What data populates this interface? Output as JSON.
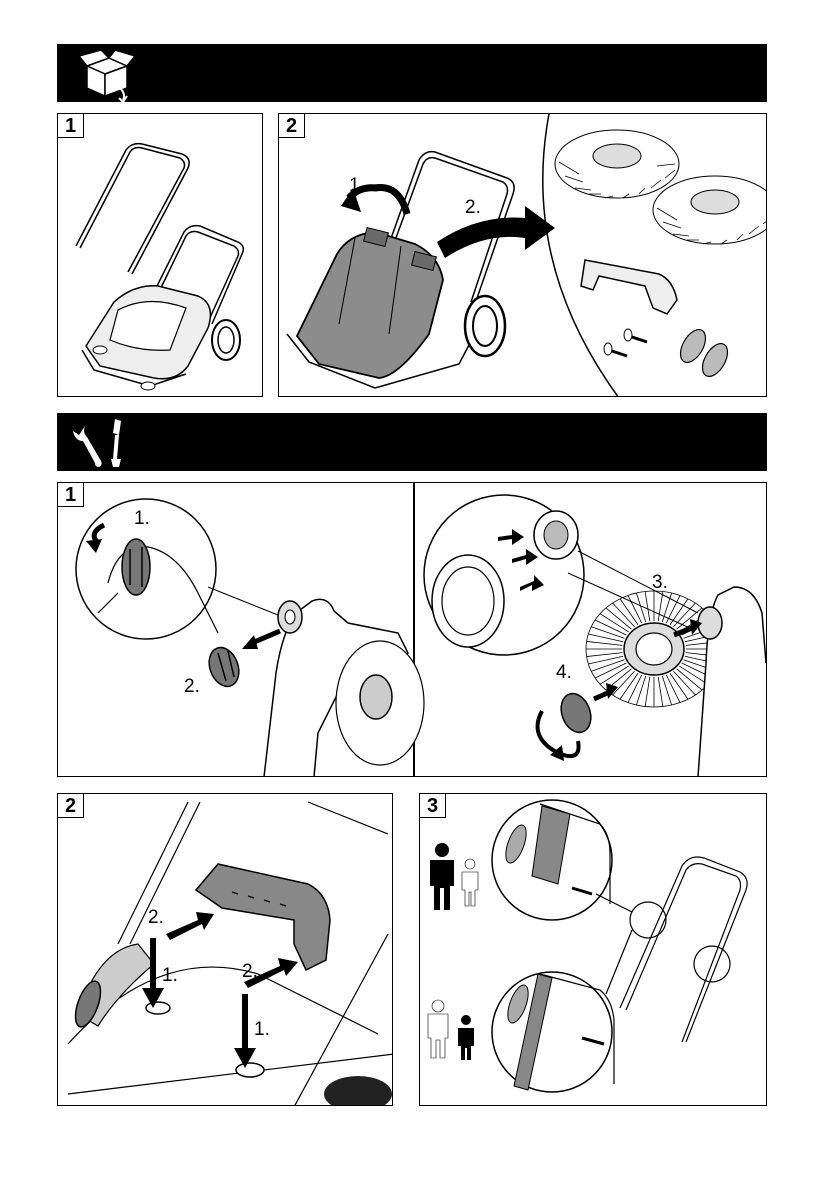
{
  "section_unpack": {
    "icon": "box-unpack-icon",
    "panel_1": {
      "number": "1"
    },
    "panel_2": {
      "number": "2",
      "step_1": "1.",
      "step_2": "2."
    }
  },
  "section_assembly": {
    "icon": "tools-icon",
    "panel_1": {
      "number": "1",
      "step_1": "1.",
      "step_2": "2.",
      "step_3": "3.",
      "step_4": "4."
    },
    "panel_2": {
      "number": "2",
      "step_1a": "1.",
      "step_1b": "1.",
      "step_2a": "2.",
      "step_2b": "2."
    },
    "panel_3": {
      "number": "3",
      "icon_tall": "tall-person-icon",
      "icon_short": "short-person-icon"
    }
  }
}
